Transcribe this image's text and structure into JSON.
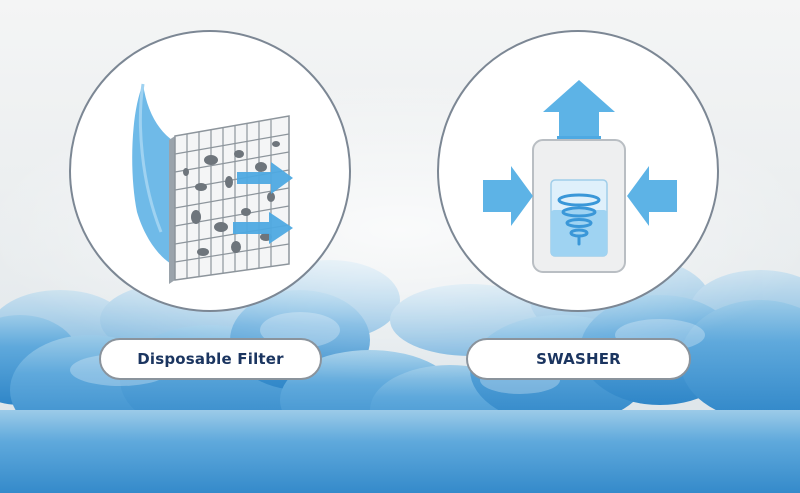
{
  "products": [
    {
      "label": "Disposable Filter",
      "icon": "disposable-filter-illustration"
    },
    {
      "label": "SWASHER",
      "icon": "swasher-illustration"
    }
  ],
  "colors": {
    "sky_top": "#f3f5f6",
    "cloud_blue": "#4b9fd7",
    "accent_blue": "#5db3e6",
    "label_text": "#1b3560",
    "outline": "#7c8794"
  }
}
